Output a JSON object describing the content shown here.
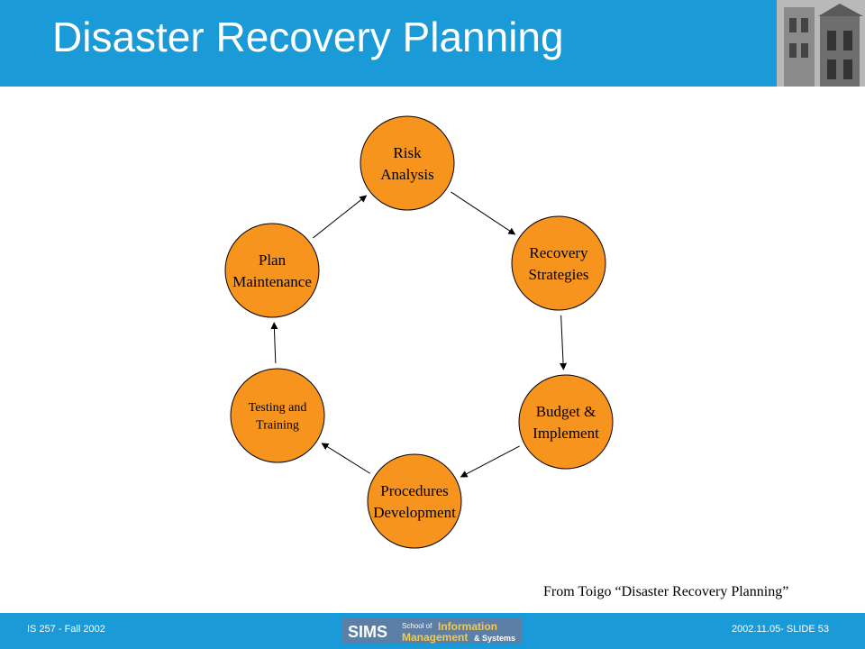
{
  "slide": {
    "title": "Disaster Recovery Planning",
    "citation": "From Toigo “Disaster Recovery Planning”"
  },
  "diagram": {
    "nodes": [
      {
        "id": "risk-analysis",
        "lines": [
          "Risk",
          "Analysis"
        ]
      },
      {
        "id": "recovery-strategies",
        "lines": [
          "Recovery",
          "Strategies"
        ]
      },
      {
        "id": "budget-implement",
        "lines": [
          "Budget &",
          "Implement"
        ]
      },
      {
        "id": "procedures-development",
        "lines": [
          "Procedures",
          "Development"
        ]
      },
      {
        "id": "testing-training",
        "lines": [
          "Testing and",
          "Training"
        ]
      },
      {
        "id": "plan-maintenance",
        "lines": [
          "Plan",
          "Maintenance"
        ]
      }
    ],
    "edges": [
      {
        "from": "risk-analysis",
        "to": "recovery-strategies"
      },
      {
        "from": "recovery-strategies",
        "to": "budget-implement"
      },
      {
        "from": "budget-implement",
        "to": "procedures-development"
      },
      {
        "from": "procedures-development",
        "to": "testing-training"
      },
      {
        "from": "testing-training",
        "to": "plan-maintenance"
      },
      {
        "from": "plan-maintenance",
        "to": "risk-analysis"
      }
    ],
    "node_color": "#f7941d"
  },
  "footer": {
    "course": "IS 257 - Fall 2002",
    "slide_ref": "2002.11.05- SLIDE 53",
    "logo": {
      "sims": "SIMS",
      "school_of": "School of",
      "information": "Information",
      "management": "Management",
      "systems": "& Systems"
    }
  },
  "colors": {
    "accent": "#1a9bd7",
    "node_fill": "#f7941d",
    "logo_bg": "#5b7fa6",
    "logo_text": "#f7c948"
  }
}
